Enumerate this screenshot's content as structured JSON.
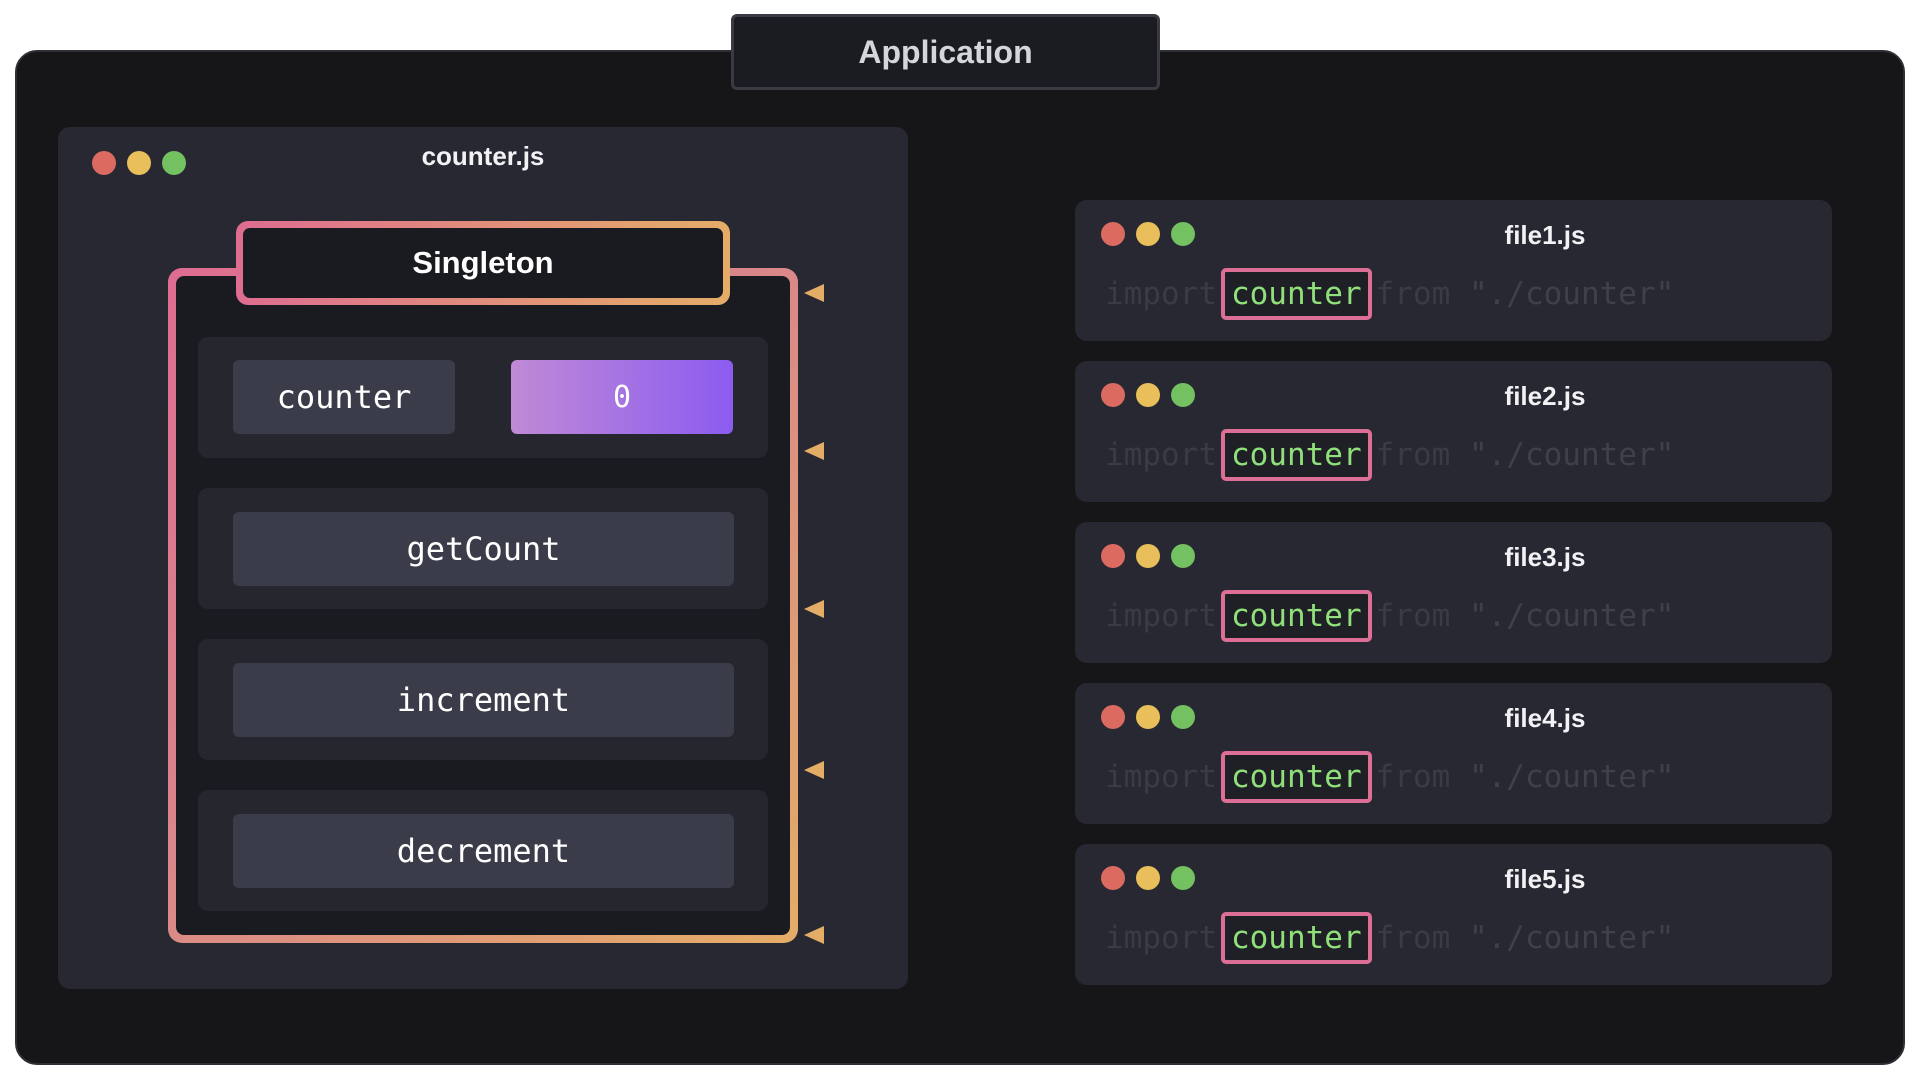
{
  "application": {
    "title": "Application"
  },
  "counter_window": {
    "title": "counter.js",
    "singleton": {
      "title": "Singleton",
      "counter_label": "counter",
      "counter_value": "0",
      "methods": [
        "getCount",
        "increment",
        "decrement"
      ]
    }
  },
  "files": [
    {
      "title": "file1.js",
      "keyword": "import",
      "binding": "counter",
      "from": "from",
      "path": "\"./counter\""
    },
    {
      "title": "file2.js",
      "keyword": "import",
      "binding": "counter",
      "from": "from",
      "path": "\"./counter\""
    },
    {
      "title": "file3.js",
      "keyword": "import",
      "binding": "counter",
      "from": "from",
      "path": "\"./counter\""
    },
    {
      "title": "file4.js",
      "keyword": "import",
      "binding": "counter",
      "from": "from",
      "path": "\"./counter\""
    },
    {
      "title": "file5.js",
      "keyword": "import",
      "binding": "counter",
      "from": "from",
      "path": "\"./counter\""
    }
  ],
  "colors": {
    "arrow_start": "#de6d91",
    "arrow_end": "#e4ad67",
    "import_highlight": "#8fe07a"
  }
}
